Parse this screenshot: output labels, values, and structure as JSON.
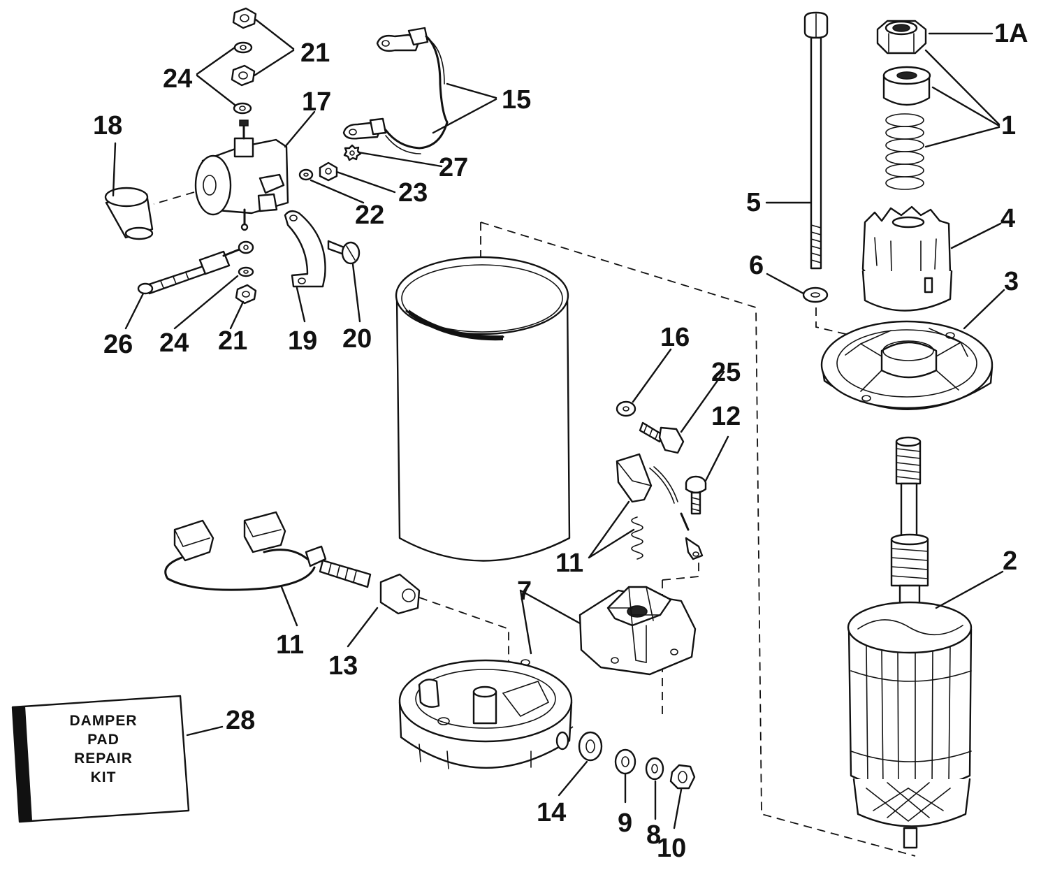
{
  "callouts": {
    "c1A": "1A",
    "c1": "1",
    "c2": "2",
    "c3": "3",
    "c4": "4",
    "c5": "5",
    "c6": "6",
    "c7": "7",
    "c8": "8",
    "c9": "9",
    "c10": "10",
    "c11a": "11",
    "c11b": "11",
    "c12": "12",
    "c13": "13",
    "c14": "14",
    "c15": "15",
    "c16": "16",
    "c17": "17",
    "c18": "18",
    "c19": "19",
    "c20": "20",
    "c21a": "21",
    "c21b": "21",
    "c22": "22",
    "c23": "23",
    "c24a": "24",
    "c24b": "24",
    "c25": "25",
    "c26": "26",
    "c27": "27",
    "c28": "28"
  },
  "kit_box": {
    "line1": "DAMPER",
    "line2": "PAD",
    "line3": "REPAIR",
    "line4": "KIT"
  },
  "colors": {
    "ink": "#111111",
    "paper": "#ffffff"
  }
}
